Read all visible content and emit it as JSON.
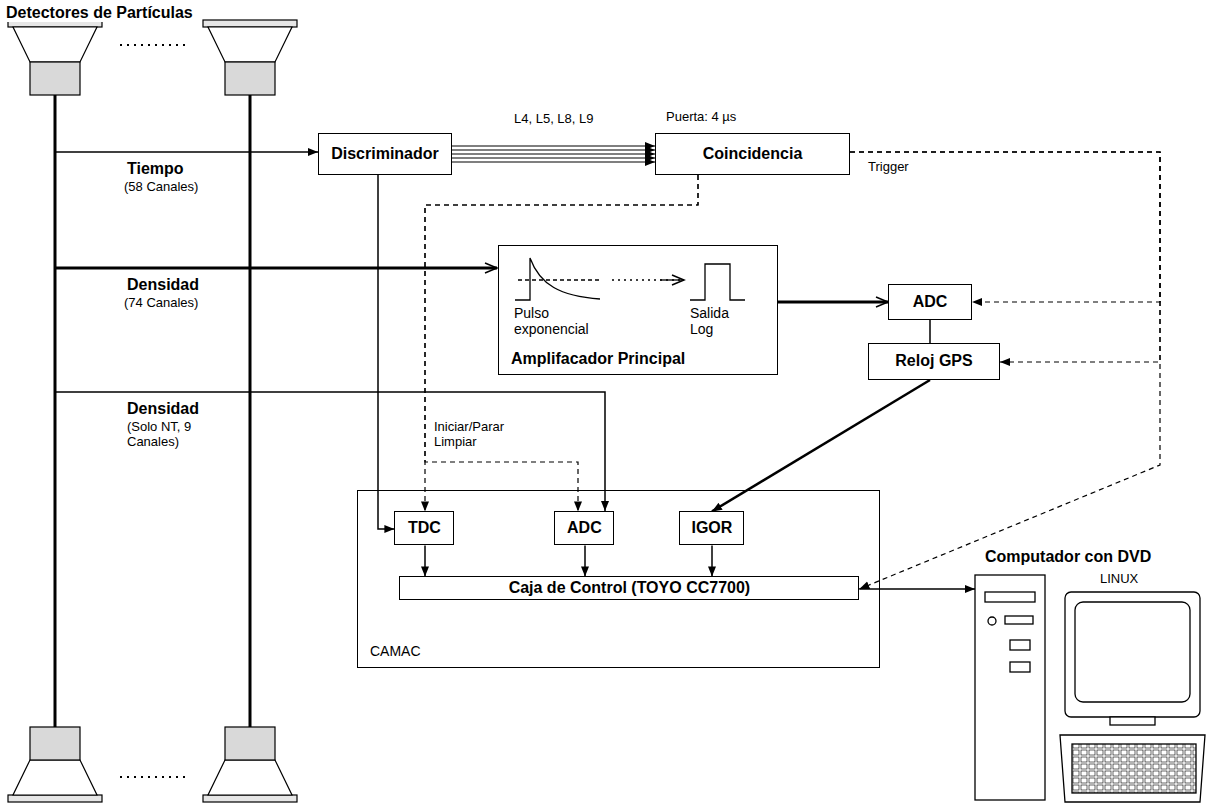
{
  "diagram": {
    "nodes": [
      {
        "text": [
          "Discriminador"
        ]
      },
      {
        "text": [
          "Puerta: 4 µs",
          "Coincidencia"
        ]
      },
      {
        "text": [
          "Amplifacador Principal"
        ]
      },
      {
        "text": [
          "ADC"
        ]
      },
      {
        "text": [
          "Reloj GPS"
        ]
      },
      {
        "text": [
          "CAMAC"
        ]
      },
      {
        "text": [
          "TDC"
        ],
        "in": 5
      },
      {
        "text": [
          "ADC"
        ],
        "in": 5
      },
      {
        "text": [
          "IGOR"
        ],
        "in": 5
      },
      {
        "text": [
          "Caja de Control (TOYO CC7700)"
        ],
        "in": 5
      },
      {
        "text": [
          "Computador con DVD",
          "LINUX"
        ]
      }
    ],
    "edges": [
      {
        "from": 0,
        "to": 1,
        "arrow": "to",
        "label": "L4, L5, L8, L9"
      },
      {
        "from": 0,
        "to": 6,
        "arrow": "to"
      },
      {
        "from": 1,
        "to": 6,
        "arrow": "to"
      },
      {
        "from": 1,
        "to": 7,
        "arrow": "to"
      },
      {
        "from": 1,
        "to": 3,
        "arrow": "to"
      },
      {
        "from": 1,
        "to": 4,
        "arrow": "to"
      },
      {
        "from": 1,
        "to": 9,
        "arrow": "to"
      },
      {
        "from": 2,
        "to": 3,
        "arrow": "to"
      },
      {
        "from": 3,
        "to": 4,
        "arrow": "none"
      },
      {
        "from": 4,
        "to": 8,
        "arrow": "to"
      },
      {
        "from": 6,
        "to": 9,
        "arrow": "to"
      },
      {
        "from": 7,
        "to": 9,
        "arrow": "to"
      },
      {
        "from": 8,
        "to": 9,
        "arrow": "to"
      },
      {
        "from": 9,
        "to": 10,
        "arrow": "to"
      }
    ],
    "labels": [
      "Detectores de Partículas",
      "Trigger",
      "Tiempo",
      "(58 Canales)",
      "Densidad",
      "(74 Canales)",
      "Pulso exponencial",
      "Salida Log",
      "Densidad",
      "(Solo NT, 9 Canales)",
      "Iniciar/Parar Limpiar"
    ]
  }
}
